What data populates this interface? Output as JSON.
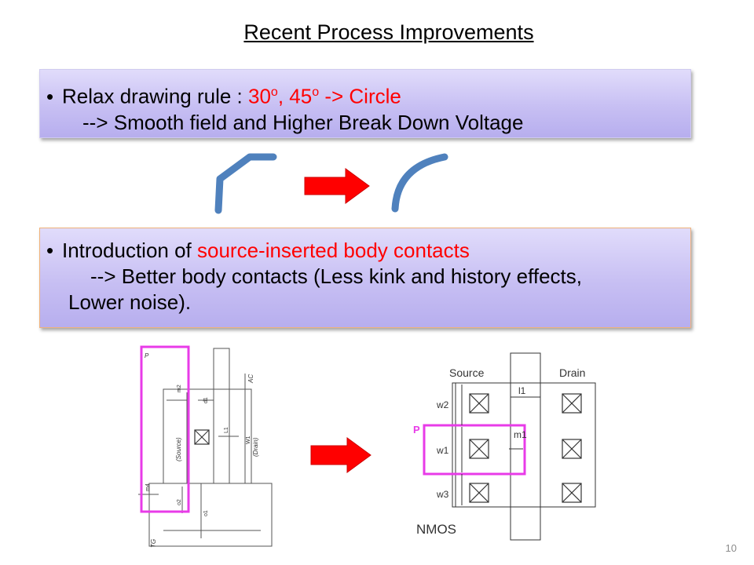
{
  "slide": {
    "title": "Recent Process Improvements",
    "page_number": "10"
  },
  "box1": {
    "bullet": "•",
    "line1_prefix": "Relax drawing rule : ",
    "line1_red_30": "30",
    "sup1": "o",
    "comma": ", ",
    "line1_red_45": "45",
    "sup2": "o",
    "line1_red_suffix": " -> Circle",
    "line2": "--> Smooth field and Higher Break Down Voltage"
  },
  "box2": {
    "bullet": "•",
    "line1_prefix": "Introduction of ",
    "line1_red": "source-inserted body contacts",
    "line2": "--> Better body contacts (Less kink and history effects,",
    "line3": "Lower noise)."
  },
  "left_diagram": {
    "p": "P",
    "ac": "AC",
    "m2": "m2",
    "d1": "d1",
    "l1": "L1",
    "source": "(Source)",
    "w1": "W1",
    "drain": "(Drain)",
    "m4": "m4",
    "o2": "o2",
    "o1": "o1",
    "tg": "TG"
  },
  "right_diagram": {
    "source": "Source",
    "drain": "Drain",
    "l1": "l1",
    "w2": "w2",
    "p": "P",
    "m1": "m1",
    "w1": "w1",
    "w3": "w3",
    "nmos": "NMOS"
  },
  "colors": {
    "red_text": "#ff0000",
    "arrow_red": "#ff0000",
    "curve_blue": "#4f81bd",
    "magenta": "#e83be8"
  }
}
